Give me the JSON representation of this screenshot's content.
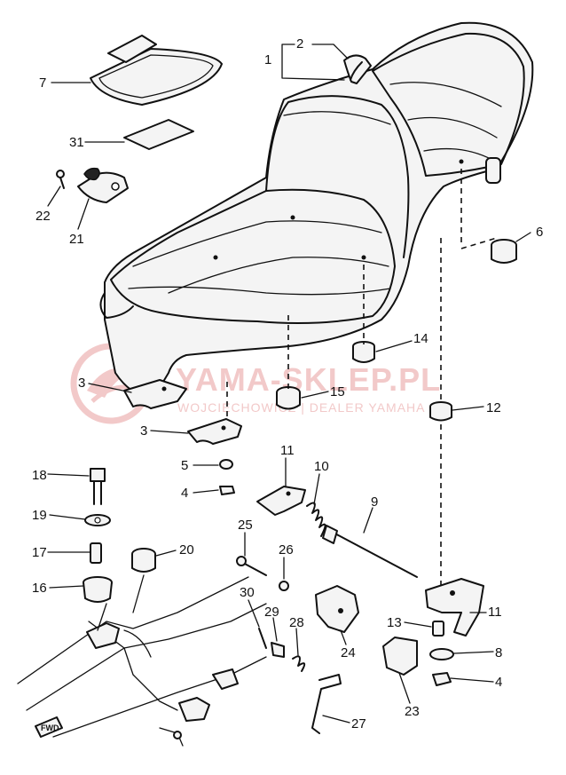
{
  "watermark": {
    "brand": "YAMA-SKLEP.PL",
    "tagline": "WOJCIECHOWICZ | DEALER YAMAHA"
  },
  "direction_tag": "FWD",
  "callouts": [
    {
      "id": "c1",
      "label": "1"
    },
    {
      "id": "c2",
      "label": "2"
    },
    {
      "id": "c7",
      "label": "7"
    },
    {
      "id": "c31",
      "label": "31"
    },
    {
      "id": "c22",
      "label": "22"
    },
    {
      "id": "c21",
      "label": "21"
    },
    {
      "id": "c6",
      "label": "6"
    },
    {
      "id": "c14",
      "label": "14"
    },
    {
      "id": "c3a",
      "label": "3"
    },
    {
      "id": "c15",
      "label": "15"
    },
    {
      "id": "c12",
      "label": "12"
    },
    {
      "id": "c3b",
      "label": "3"
    },
    {
      "id": "c18",
      "label": "18"
    },
    {
      "id": "c5",
      "label": "5"
    },
    {
      "id": "c11a",
      "label": "11"
    },
    {
      "id": "c10",
      "label": "10"
    },
    {
      "id": "c4a",
      "label": "4"
    },
    {
      "id": "c9",
      "label": "9"
    },
    {
      "id": "c19",
      "label": "19"
    },
    {
      "id": "c25",
      "label": "25"
    },
    {
      "id": "c17",
      "label": "17"
    },
    {
      "id": "c20",
      "label": "20"
    },
    {
      "id": "c26",
      "label": "26"
    },
    {
      "id": "c16",
      "label": "16"
    },
    {
      "id": "c30",
      "label": "30"
    },
    {
      "id": "c11b",
      "label": "11"
    },
    {
      "id": "c29",
      "label": "29"
    },
    {
      "id": "c28",
      "label": "28"
    },
    {
      "id": "c13",
      "label": "13"
    },
    {
      "id": "c8",
      "label": "8"
    },
    {
      "id": "c24",
      "label": "24"
    },
    {
      "id": "c4b",
      "label": "4"
    },
    {
      "id": "c23",
      "label": "23"
    },
    {
      "id": "c27",
      "label": "27"
    }
  ]
}
